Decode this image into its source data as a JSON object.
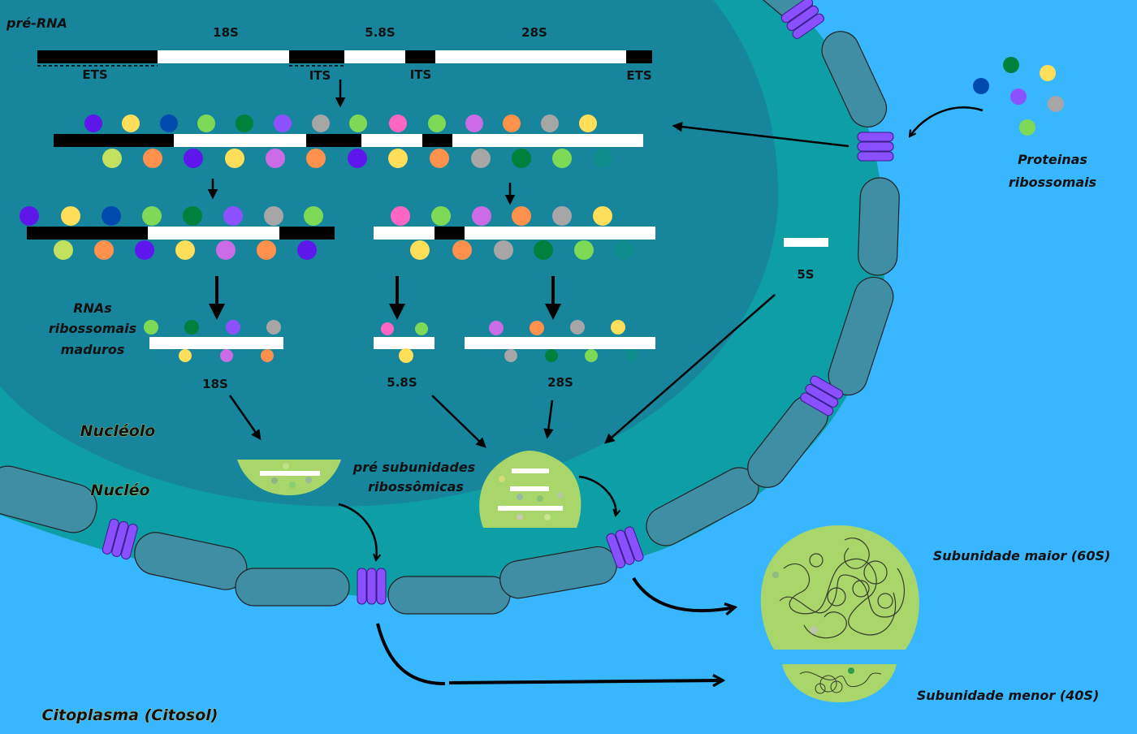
{
  "labels": {
    "pre_rna": "pré-RNA",
    "seg_18s": "18S",
    "seg_58s": "5.8S",
    "seg_28s": "28S",
    "ets_left": "ETS",
    "its_1": "ITS",
    "its_2": "ITS",
    "ets_right": "ETS",
    "proteins_line1": "Proteinas",
    "proteins_line2": "ribossomais",
    "five_s": "5S",
    "mature_line1": "RNAs",
    "mature_line2": "ribossomais",
    "mature_line3": "maduros",
    "mature_18s": "18S",
    "mature_58s": "5.8S",
    "mature_28s": "28S",
    "nucleolo": "Nucléolo",
    "nucleo": "Nucléo",
    "pre_sub_line1": "pré subunidades",
    "pre_sub_line2": "ribossômicas",
    "large_subunit": "Subunidade maior (60S)",
    "small_subunit": "Subunidade menor (40S)",
    "cytoplasm": "Citoplasma (Citosol)"
  },
  "colors": {
    "background": "#38b6ff",
    "nucleus": "#0e9ea6",
    "nucleolus": "#17859b",
    "membrane": "#3f8ea3",
    "pore": "#8a4fff",
    "subunit": "#a8d66a",
    "rna_black": "#000000",
    "rna_white": "#ffffff"
  },
  "protein_colors": [
    "purple-dark",
    "yellow",
    "blue",
    "green-light",
    "green-dark",
    "violet",
    "gray",
    "pink",
    "orange",
    "lilac",
    "teal",
    "lime"
  ]
}
